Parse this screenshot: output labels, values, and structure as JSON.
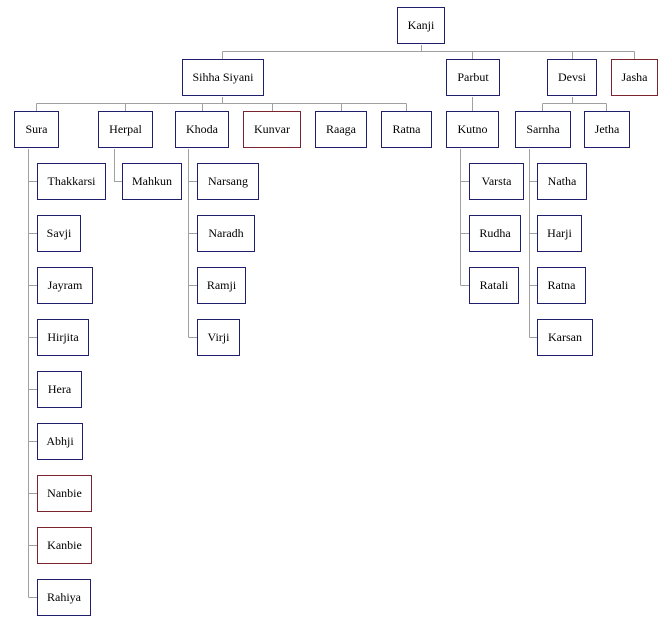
{
  "colors": {
    "male_border": "#1f1f6e",
    "female_border": "#7a2430",
    "connector": "#a0a0a0"
  },
  "tree": {
    "root": {
      "label": "Kanji"
    },
    "sihha_siyani": {
      "label": "Sihha Siyani",
      "sura": {
        "label": "Sura",
        "children": [
          "Thakkarsi",
          "Savji",
          "Jayram",
          "Hirjita",
          "Hera",
          "Abhji",
          "Nanbie",
          "Kanbie",
          "Rahiya"
        ]
      },
      "herpal": {
        "label": "Herpal",
        "children": [
          "Mahkun"
        ]
      },
      "khoda": {
        "label": "Khoda",
        "children": [
          "Narsang",
          "Naradh",
          "Ramji",
          "Virji"
        ]
      },
      "kunvar": {
        "label": "Kunvar"
      },
      "raaga": {
        "label": "Raaga"
      },
      "ratna": {
        "label": "Ratna"
      }
    },
    "parbut": {
      "label": "Parbut",
      "kutno": {
        "label": "Kutno",
        "children": [
          "Varsta",
          "Rudha",
          "Ratali"
        ]
      }
    },
    "devsi": {
      "label": "Devsi",
      "sarnha": {
        "label": "Sarnha",
        "children": [
          "Natha",
          "Harji",
          "Ratna",
          "Karsan"
        ]
      },
      "jetha": {
        "label": "Jetha"
      }
    },
    "jasha": {
      "label": "Jasha"
    }
  }
}
